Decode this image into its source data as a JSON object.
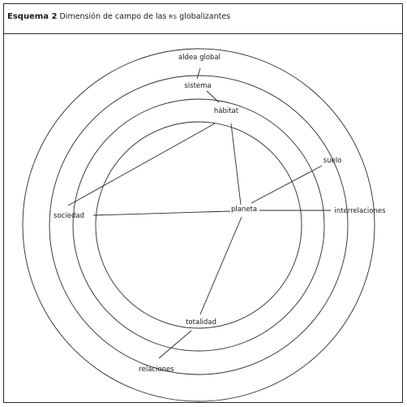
{
  "header": {
    "title_bold": "Esquema 2",
    "title_text": "Dimensión de campo de las",
    "title_abbrev": "RS",
    "title_suffix": "globalizantes"
  },
  "labels": {
    "aldea_global": "aldea global",
    "sistema": "sistema",
    "habitat": "hábitat",
    "suelo": "suelo",
    "sociedad": "sociedad",
    "planeta": "planeta",
    "interrelaciones": "interrelaciones",
    "totalidad": "totalidad",
    "relaciones": "relaciones"
  },
  "colors": {
    "line": "#2a2a2a",
    "text": "#1a1a1a",
    "background": "#ffffff"
  }
}
